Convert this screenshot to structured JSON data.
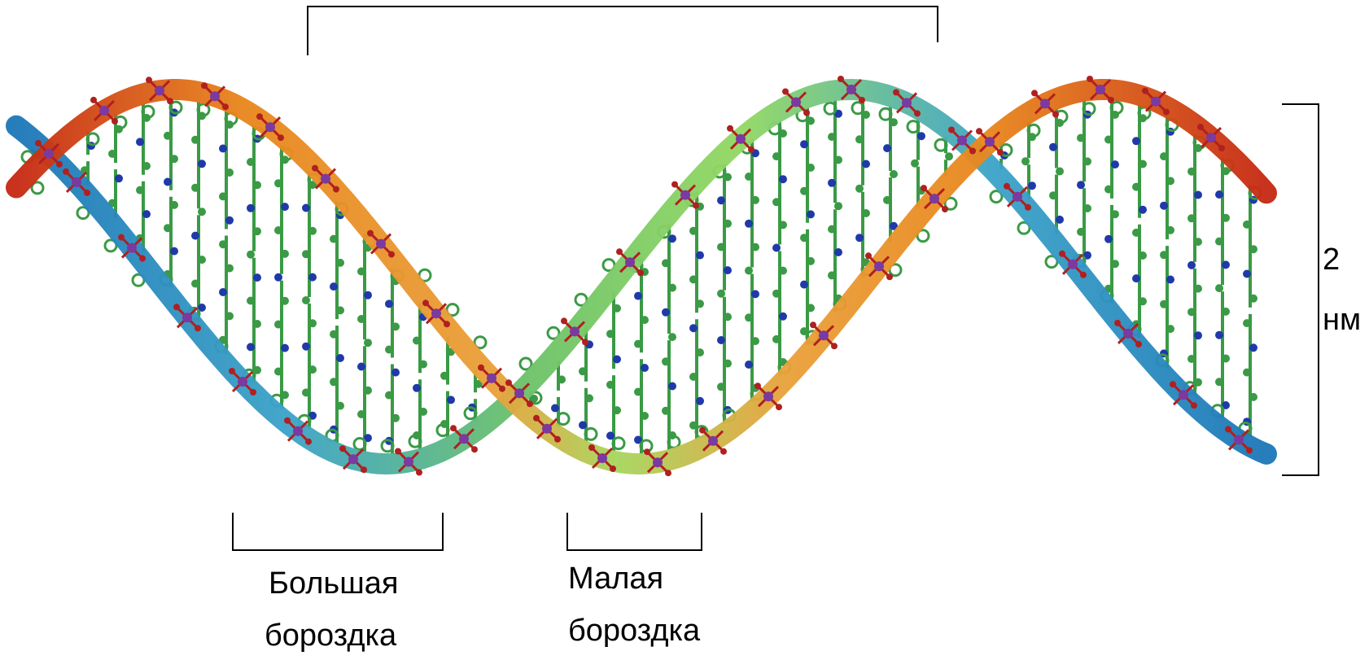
{
  "labels": {
    "major_groove_line1": "Большая",
    "major_groove_line2": "бороздка",
    "minor_groove_line1": "Малая",
    "minor_groove_line2": "бороздка",
    "width_value": "2",
    "width_unit": "нм"
  },
  "colors": {
    "strand_a": [
      "#c62a14",
      "#e8861d",
      "#eaa03a",
      "#a7d65f",
      "#7fcf57"
    ],
    "strand_b": [
      "#1e78b8",
      "#3da4c8",
      "#6bc16a",
      "#93d863",
      "#5fbf7f"
    ],
    "atom_carbon": "#3a9a45",
    "atom_nitrogen": "#1f3aa8",
    "atom_oxygen": "#b02020",
    "atom_phosphorus": "#7a3aa0",
    "bracket": "#000000"
  }
}
